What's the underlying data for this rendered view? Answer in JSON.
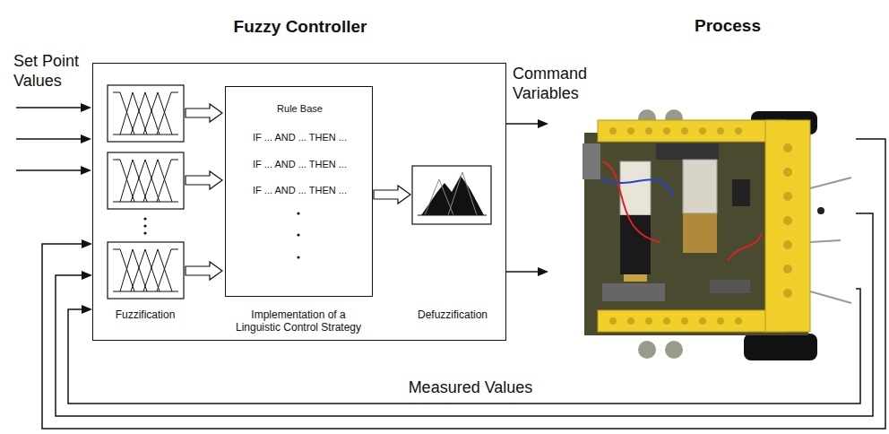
{
  "diagram": {
    "nodes": [
      {
        "text": [
          "Fuzzy Controller"
        ]
      },
      {
        "text": [
          "Rule Base",
          "IF ... AND ... THEN ...",
          "IF ... AND ... THEN ...",
          "IF ... AND ... THEN ..."
        ],
        "in": 0
      },
      {
        "text": [
          "Process"
        ]
      }
    ],
    "edges": [
      {
        "from": 0,
        "to": 2,
        "arrow": "to",
        "label": "Command Variables"
      },
      {
        "from": 0,
        "to": 2,
        "arrow": "to"
      },
      {
        "from": 2,
        "to": 0,
        "arrow": "to"
      },
      {
        "from": 2,
        "to": 0,
        "arrow": "to"
      },
      {
        "from": 2,
        "to": 0,
        "arrow": "to",
        "label": "Measured Values"
      }
    ],
    "labels": [
      "Set Point Values",
      "Fuzzification",
      "Implementation of a Linguistic Control Strategy",
      "Defuzzification"
    ]
  }
}
